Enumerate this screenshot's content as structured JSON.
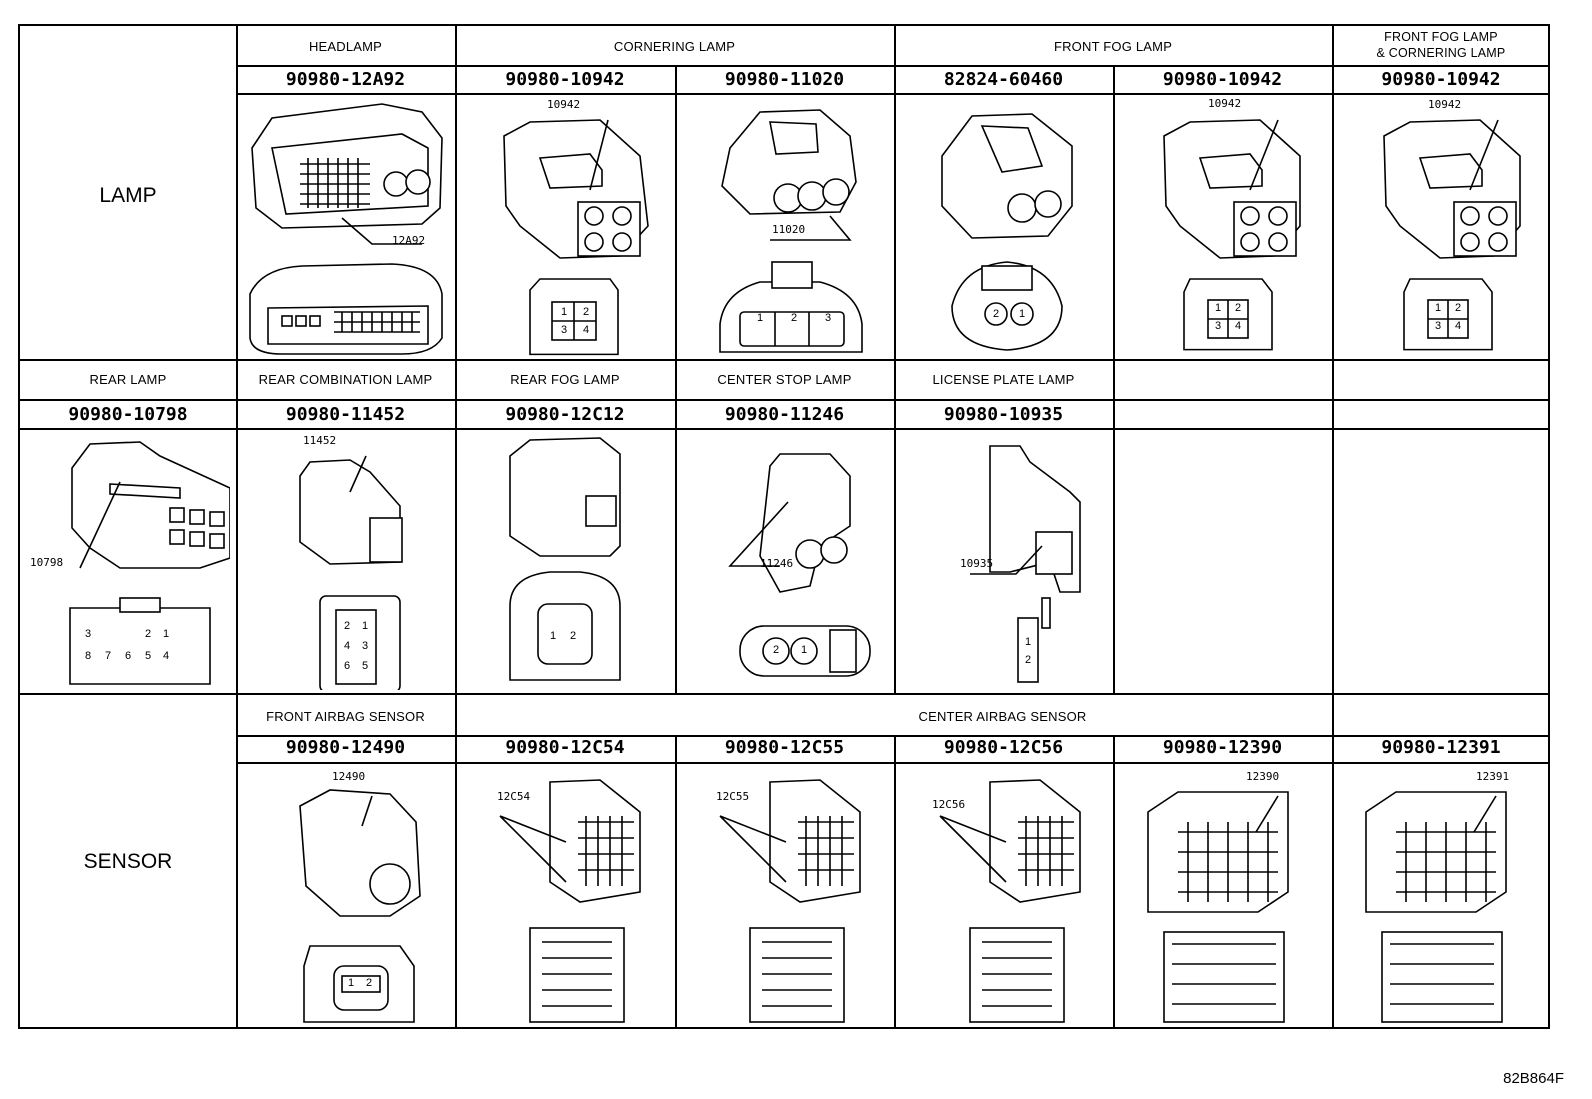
{
  "sections": {
    "lamp": {
      "label": "LAMP",
      "headers": {
        "headlamp": "HEADLAMP",
        "cornering": "CORNERING LAMP",
        "front_fog": "FRONT FOG LAMP",
        "fog_cornering": "FRONT FOG LAMP\n& CORNERING LAMP"
      },
      "parts": [
        "90980-12A92",
        "90980-10942",
        "90980-11020",
        "82824-60460",
        "90980-10942",
        "90980-10942"
      ],
      "callouts": [
        "12A92",
        "10942",
        "11020",
        "10942",
        "10942"
      ],
      "pin_labels": {
        "cornering_10942": [
          "1",
          "2",
          "3",
          "4"
        ],
        "cornering_11020": [
          "1",
          "2",
          "3"
        ],
        "fog_82824": [
          "2",
          "1"
        ],
        "fog_10942": [
          "1",
          "2",
          "3",
          "4"
        ],
        "fogcorner_10942": [
          "1",
          "2",
          "3",
          "4"
        ]
      }
    },
    "rear": {
      "headers": [
        "REAR LAMP",
        "REAR COMBINATION LAMP",
        "REAR FOG LAMP",
        "CENTER STOP LAMP",
        "LICENSE PLATE LAMP",
        "",
        ""
      ],
      "parts": [
        "90980-10798",
        "90980-11452",
        "90980-12C12",
        "90980-11246",
        "90980-10935",
        "",
        ""
      ],
      "callouts": [
        "10798",
        "11452",
        "11246",
        "10935"
      ],
      "pin_labels": {
        "rear_10798_top": [
          "3",
          "2",
          "1"
        ],
        "rear_10798_bottom": [
          "8",
          "7",
          "6",
          "5",
          "4"
        ],
        "rear_11452": [
          "2",
          "1",
          "4",
          "3",
          "6",
          "5"
        ],
        "rear_12C12": [
          "1",
          "2"
        ],
        "rear_11246": [
          "2",
          "1"
        ],
        "rear_10935": [
          "1",
          "2"
        ]
      }
    },
    "sensor": {
      "label": "SENSOR",
      "headers": {
        "front_airbag": "FRONT AIRBAG SENSOR",
        "center_airbag": "CENTER AIRBAG SENSOR"
      },
      "parts": [
        "90980-12490",
        "90980-12C54",
        "90980-12C55",
        "90980-12C56",
        "90980-12390",
        "90980-12391"
      ],
      "callouts": [
        "12490",
        "12C54",
        "12C55",
        "12C56",
        "12390",
        "12391"
      ],
      "pin_labels": {
        "front_12490": [
          "1",
          "2"
        ]
      }
    }
  },
  "footer_code": "82B864F",
  "colors": {
    "line": "#000000",
    "background": "#ffffff"
  }
}
